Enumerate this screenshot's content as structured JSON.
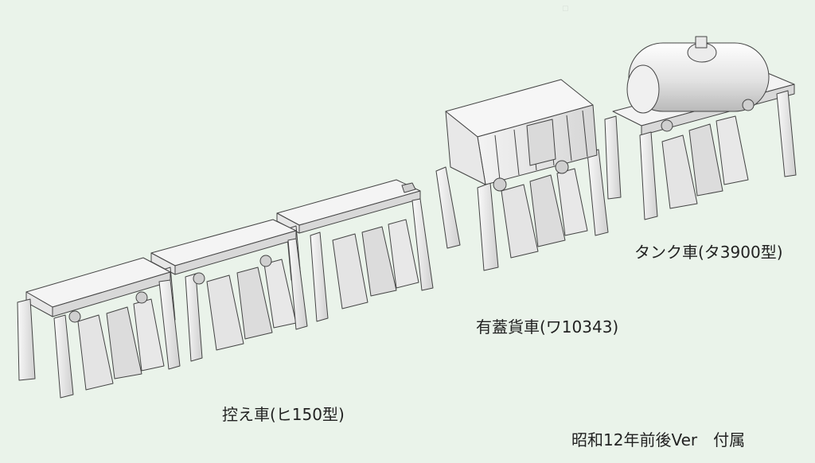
{
  "labels": {
    "hikae": "控え車(ヒ150型)",
    "wa": "有蓋貨車(ワ10343)",
    "tank": "タンク車(タ3900型)",
    "footer": "昭和12年前後Ver　付属"
  },
  "colors": {
    "background": "#eaf3ea",
    "model_light": "#f1f1f1",
    "model_mid": "#d9d9d9",
    "model_dark": "#b5b5b5",
    "edge": "#444444"
  }
}
